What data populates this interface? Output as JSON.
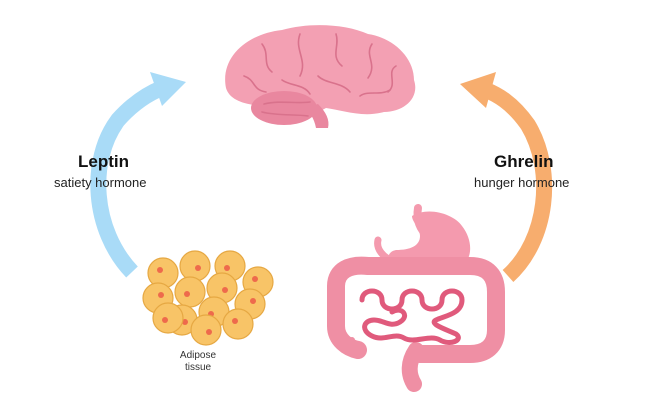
{
  "leptin": {
    "title": "Leptin",
    "subtitle": "satiety hormone"
  },
  "ghrelin": {
    "title": "Ghrelin",
    "subtitle": "hunger hormone"
  },
  "adipose": {
    "line1": "Adipose",
    "line2": "tissue"
  },
  "colors": {
    "leptin_arrow": "#a9dbf7",
    "ghrelin_arrow": "#f7ad6e",
    "brain": "#f3a0b3",
    "brain_fold": "#d9728c",
    "cerebellum": "#e9879f",
    "fat_cell": "#f8c467",
    "fat_cell_border": "#e6a843",
    "fat_nucleus": "#ee6a4c",
    "stomach": "#f49aae",
    "intestine": "#ef8fa4",
    "small_intestine": "#e05a7c"
  }
}
